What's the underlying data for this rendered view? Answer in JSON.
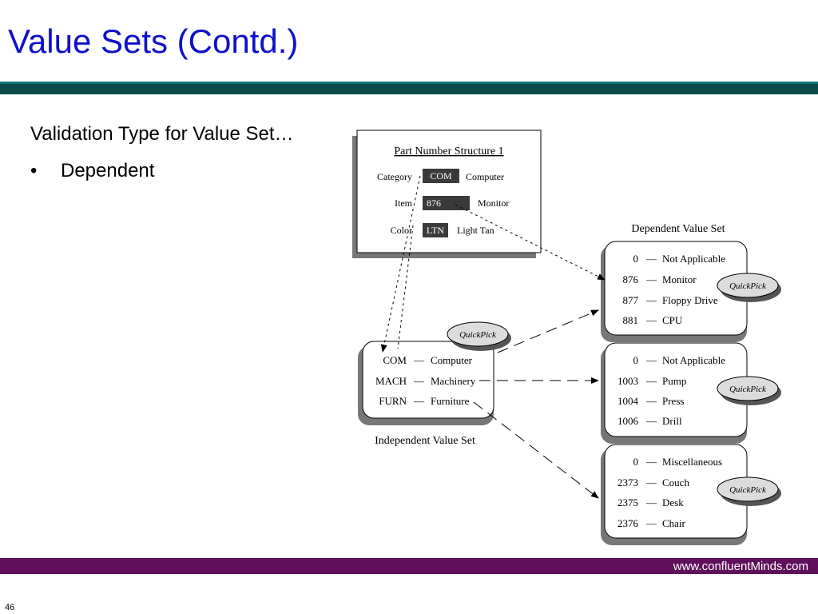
{
  "slide": {
    "title": "Value Sets (Contd.)",
    "heading": "Validation Type for Value Set…",
    "bullets": [
      {
        "marker": "•",
        "text": "Dependent"
      }
    ],
    "footer_url": "www.confluentMinds.com",
    "page_number": "46"
  },
  "diagram": {
    "part_structure": {
      "title": "Part Number Structure 1",
      "rows": [
        {
          "label": "Category",
          "code": "COM",
          "value": "Computer"
        },
        {
          "label": "Item",
          "code": "876",
          "value": "Monitor"
        },
        {
          "label": "Color",
          "code": "LTN",
          "value": "Light Tan"
        }
      ]
    },
    "dependent_label": "Dependent Value Set",
    "independent_label": "Independent Value Set",
    "quickpick_label": "QuickPick",
    "dash": "—",
    "independent_set": [
      {
        "code": "COM",
        "name": "Computer"
      },
      {
        "code": "MACH",
        "name": "Machinery"
      },
      {
        "code": "FURN",
        "name": "Furniture"
      }
    ],
    "dependent_sets": [
      [
        {
          "code": "0",
          "name": "Not Applicable"
        },
        {
          "code": "876",
          "name": "Monitor"
        },
        {
          "code": "877",
          "name": "Floppy Drive"
        },
        {
          "code": "881",
          "name": "CPU"
        }
      ],
      [
        {
          "code": "0",
          "name": "Not Applicable"
        },
        {
          "code": "1003",
          "name": "Pump"
        },
        {
          "code": "1004",
          "name": "Press"
        },
        {
          "code": "1006",
          "name": "Drill"
        }
      ],
      [
        {
          "code": "0",
          "name": "Miscellaneous"
        },
        {
          "code": "2373",
          "name": "Couch"
        },
        {
          "code": "2375",
          "name": "Desk"
        },
        {
          "code": "2376",
          "name": "Chair"
        }
      ]
    ]
  },
  "colors": {
    "title": "#1010c8",
    "top_bar": "#0a4a4a",
    "bottom_bar": "#60105a",
    "code_box": "#3a3a3a"
  }
}
